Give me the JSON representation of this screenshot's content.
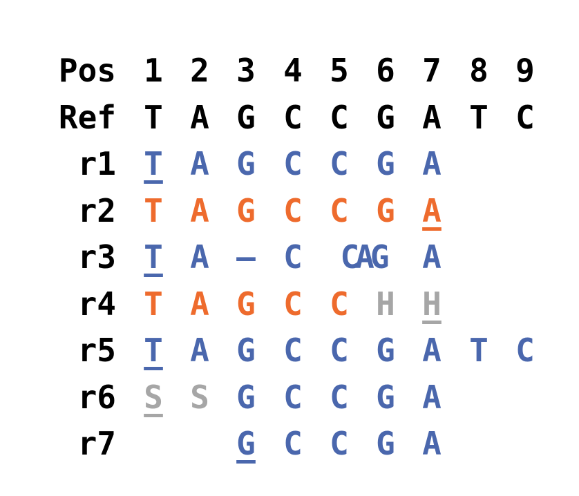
{
  "colors": {
    "header": "#000000",
    "blue": "#4a67ad",
    "orange": "#ee6b2d",
    "gray": "#a6a6a6"
  },
  "pos_label": "Pos",
  "positions": [
    "1",
    "2",
    "3",
    "4",
    "5",
    "6",
    "7",
    "8",
    "9"
  ],
  "ref_label": "Ref",
  "ref": [
    "T",
    "A",
    "G",
    "C",
    "C",
    "G",
    "A",
    "T",
    "C"
  ],
  "reads": [
    {
      "label": "r1",
      "cells": [
        {
          "col": 1,
          "text": "T",
          "color": "blue",
          "underline": true
        },
        {
          "col": 2,
          "text": "A",
          "color": "blue"
        },
        {
          "col": 3,
          "text": "G",
          "color": "blue"
        },
        {
          "col": 4,
          "text": "C",
          "color": "blue"
        },
        {
          "col": 5,
          "text": "C",
          "color": "blue"
        },
        {
          "col": 6,
          "text": "G",
          "color": "blue"
        },
        {
          "col": 7,
          "text": "A",
          "color": "blue"
        }
      ]
    },
    {
      "label": "r2",
      "cells": [
        {
          "col": 1,
          "text": "T",
          "color": "orange"
        },
        {
          "col": 2,
          "text": "A",
          "color": "orange"
        },
        {
          "col": 3,
          "text": "G",
          "color": "orange"
        },
        {
          "col": 4,
          "text": "C",
          "color": "orange"
        },
        {
          "col": 5,
          "text": "C",
          "color": "orange"
        },
        {
          "col": 6,
          "text": "G",
          "color": "orange"
        },
        {
          "col": 7,
          "text": "A",
          "color": "orange",
          "underline": true
        }
      ]
    },
    {
      "label": "r3",
      "cells": [
        {
          "col": 1,
          "text": "T",
          "color": "blue",
          "underline": true
        },
        {
          "col": 2,
          "text": "A",
          "color": "blue"
        },
        {
          "col": 3,
          "text": "—",
          "color": "blue"
        },
        {
          "col": 4,
          "text": "C",
          "color": "blue"
        },
        {
          "col": 5,
          "text": "CAG",
          "color": "blue"
        },
        {
          "col": 7,
          "text": "A",
          "color": "blue"
        }
      ]
    },
    {
      "label": "r4",
      "cells": [
        {
          "col": 1,
          "text": "T",
          "color": "orange"
        },
        {
          "col": 2,
          "text": "A",
          "color": "orange"
        },
        {
          "col": 3,
          "text": "G",
          "color": "orange"
        },
        {
          "col": 4,
          "text": "C",
          "color": "orange"
        },
        {
          "col": 5,
          "text": "C",
          "color": "orange"
        },
        {
          "col": 6,
          "text": "H",
          "color": "gray"
        },
        {
          "col": 7,
          "text": "H",
          "color": "gray",
          "underline": true
        }
      ]
    },
    {
      "label": "r5",
      "cells": [
        {
          "col": 1,
          "text": "T",
          "color": "blue",
          "underline": true
        },
        {
          "col": 2,
          "text": "A",
          "color": "blue"
        },
        {
          "col": 3,
          "text": "G",
          "color": "blue"
        },
        {
          "col": 4,
          "text": "C",
          "color": "blue"
        },
        {
          "col": 5,
          "text": "C",
          "color": "blue"
        },
        {
          "col": 6,
          "text": "G",
          "color": "blue"
        },
        {
          "col": 7,
          "text": "A",
          "color": "blue"
        },
        {
          "col": 8,
          "text": "T",
          "color": "blue"
        },
        {
          "col": 9,
          "text": "C",
          "color": "blue"
        }
      ]
    },
    {
      "label": "r6",
      "cells": [
        {
          "col": 1,
          "text": "S",
          "color": "gray",
          "underline": true
        },
        {
          "col": 2,
          "text": "S",
          "color": "gray"
        },
        {
          "col": 3,
          "text": "G",
          "color": "blue"
        },
        {
          "col": 4,
          "text": "C",
          "color": "blue"
        },
        {
          "col": 5,
          "text": "C",
          "color": "blue"
        },
        {
          "col": 6,
          "text": "G",
          "color": "blue"
        },
        {
          "col": 7,
          "text": "A",
          "color": "blue"
        }
      ]
    },
    {
      "label": "r7",
      "cells": [
        {
          "col": 3,
          "text": "G",
          "color": "blue",
          "underline": true
        },
        {
          "col": 4,
          "text": "C",
          "color": "blue"
        },
        {
          "col": 5,
          "text": "C",
          "color": "blue"
        },
        {
          "col": 6,
          "text": "G",
          "color": "blue"
        },
        {
          "col": 7,
          "text": "A",
          "color": "blue"
        }
      ]
    }
  ]
}
